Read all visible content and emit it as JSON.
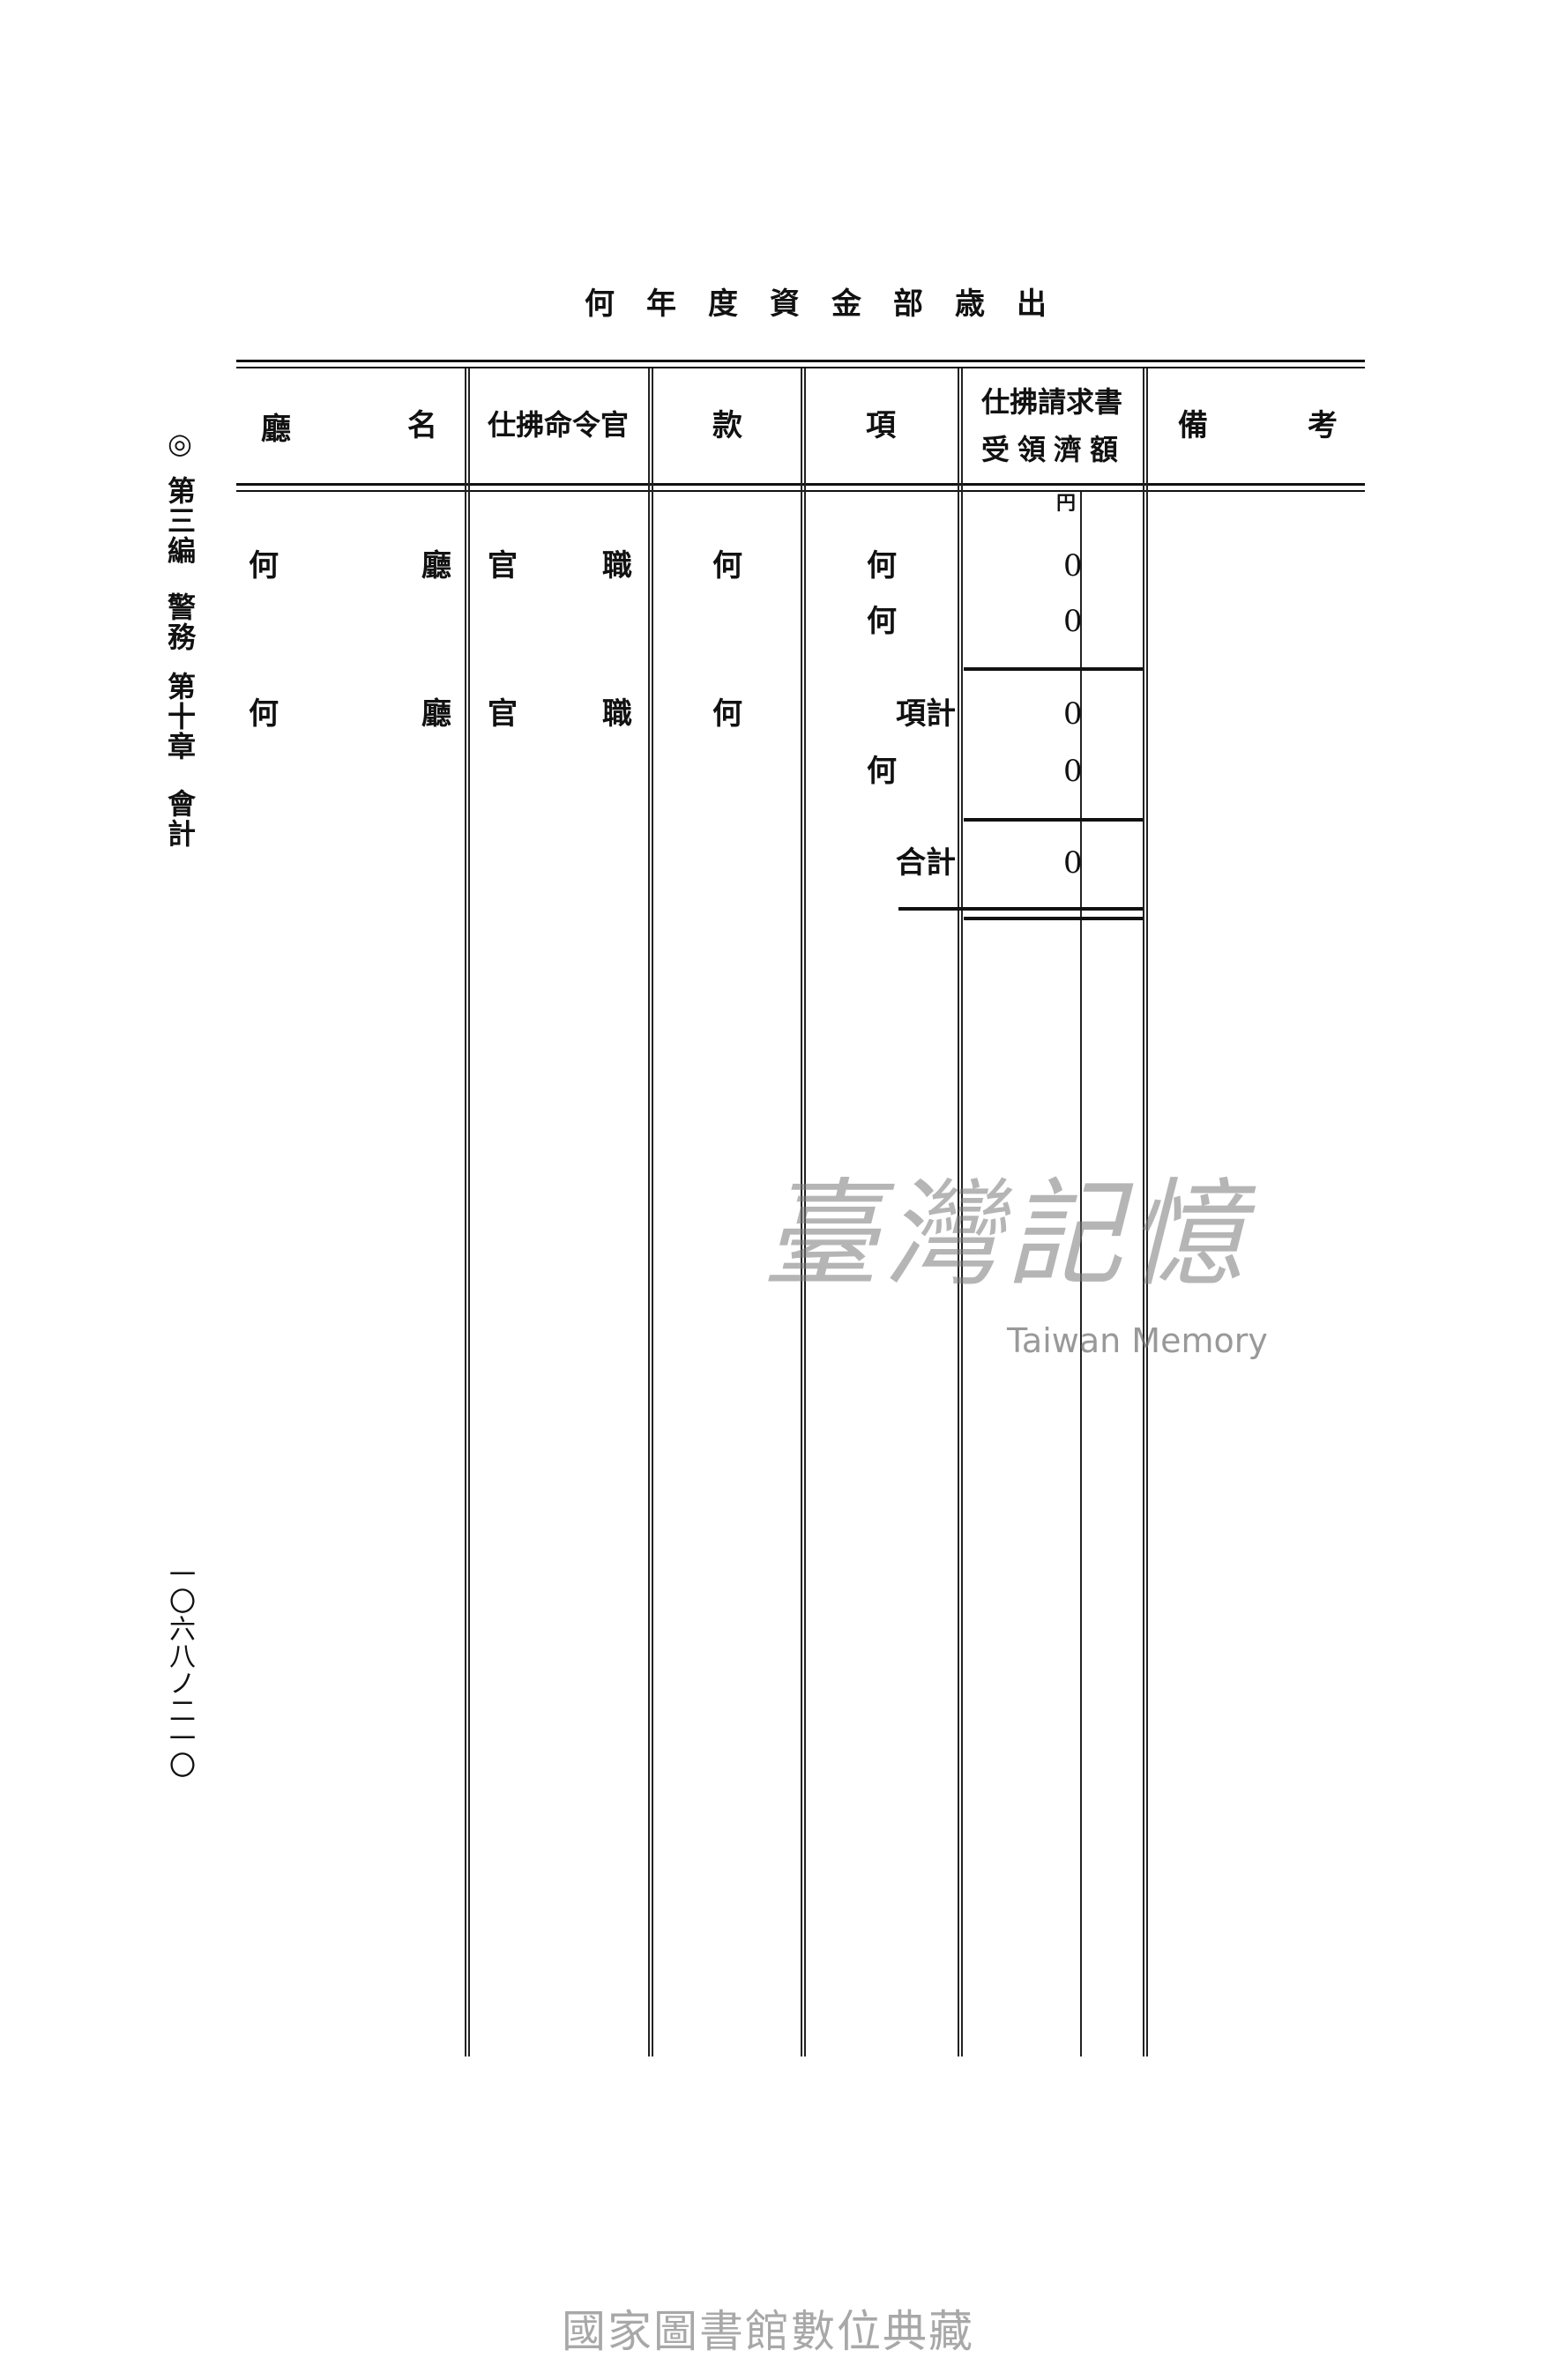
{
  "title": [
    "何",
    "年",
    "度",
    "資",
    "金",
    "部",
    "歳",
    "出"
  ],
  "sidebar": {
    "mark": "◎",
    "section": "第三編",
    "part": "警務",
    "chapter": "第十章",
    "topic": "會計"
  },
  "page_number": "一〇六八ノ二一〇",
  "table": {
    "headers": {
      "office_a": "廳",
      "office_b": "名",
      "officer": "仕拂命令官",
      "kan": "款",
      "kou": "項",
      "amount_line1": "仕拂請求書",
      "amount_line2": "受領濟額",
      "remarks_a": "備",
      "remarks_b": "考"
    },
    "unit": "円",
    "rows": [
      {
        "office_a": "何",
        "office_b": "廳",
        "officer_a": "官",
        "officer_b": "職",
        "kan": "何",
        "kou": "何",
        "amount": "0"
      },
      {
        "kou": "何",
        "amount": "0"
      },
      {
        "office_a": "何",
        "office_b": "廳",
        "officer_a": "官",
        "officer_b": "職",
        "kan": "何",
        "kou": "項計",
        "amount": "0"
      },
      {
        "kou": "何",
        "amount": "0"
      },
      {
        "kou": "合計",
        "amount": "0"
      }
    ]
  },
  "watermark": {
    "logo": "臺灣記憶",
    "text": "Taiwan Memory"
  },
  "footer": "國家圖書館數位典藏"
}
